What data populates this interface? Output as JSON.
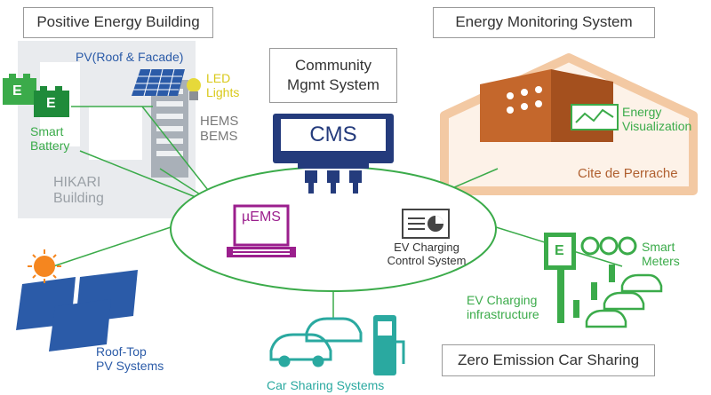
{
  "colors": {
    "green": "#3bab4a",
    "navy": "#243b7c",
    "blue": "#2b5ba8",
    "teal": "#2aa9a0",
    "orange": "#c4672c",
    "peach": "#f6dcc6",
    "purple": "#9b1f8d",
    "gray": "#7a7a7a",
    "lightgray": "#e9ebee",
    "yellow": "#d9c91a"
  },
  "titles": {
    "positive_energy": "Positive Energy Building",
    "energy_monitoring": "Energy Monitoring System",
    "community_mgmt_1": "Community",
    "community_mgmt_2": "Mgmt System",
    "zero_emission": "Zero Emission Car Sharing"
  },
  "labels": {
    "pv_roof": "PV(Roof  & Facade)",
    "led_1": "LED",
    "led_2": "Lights",
    "hems": "HEMS",
    "bems": "BEMS",
    "smart_battery_1": "Smart",
    "smart_battery_2": "Battery",
    "hikari_1": "HIKARI",
    "hikari_2": "Building",
    "cms": "CMS",
    "uems": "µEMS",
    "ev_control_1": "EV Charging",
    "ev_control_2": "Control System",
    "energy_vis_1": "Energy",
    "energy_vis_2": "Visualization",
    "cite": "Cite de Perrache",
    "smart_meters_1": "Smart",
    "smart_meters_2": "Meters",
    "ev_infra_1": "EV Charging",
    "ev_infra_2": "infrastructure",
    "rooftop_1": "Roof-Top",
    "rooftop_2": "PV Systems",
    "car_sharing": "Car Sharing Systems",
    "battery_letter": "E",
    "charger_letter": "E"
  }
}
